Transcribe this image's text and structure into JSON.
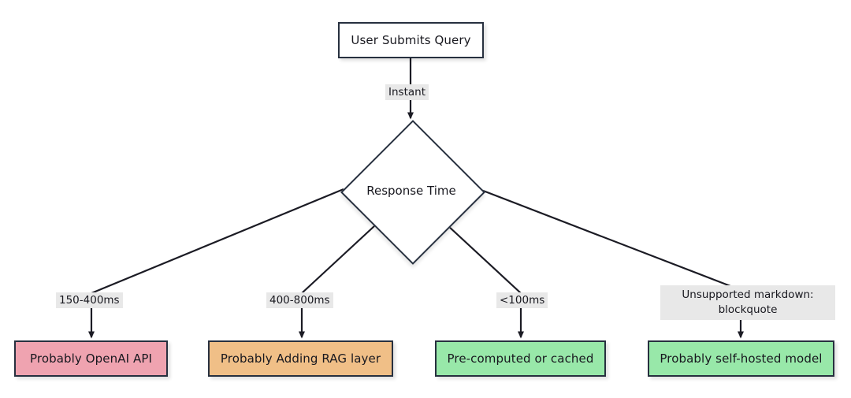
{
  "diagram": {
    "type": "flowchart",
    "direction": "top-down",
    "background_color": "#ffffff",
    "node_border_color": "#27303f",
    "edge_color": "#1b1b24",
    "edge_label_background": "#e8e8e8",
    "text_color": "#18181f"
  },
  "start_node": {
    "label": "User Submits Query",
    "shape": "rectangle",
    "fill": "#ffffff"
  },
  "decision_node": {
    "label": "Response Time",
    "shape": "diamond",
    "fill": "#ffffff"
  },
  "edges": [
    {
      "label": "Instant",
      "from": "start_node",
      "to": "decision_node"
    },
    {
      "label": "150-400ms",
      "from": "decision_node",
      "to": "outcome-0"
    },
    {
      "label": "400-800ms",
      "from": "decision_node",
      "to": "outcome-1"
    },
    {
      "label": "<100ms",
      "from": "decision_node",
      "to": "outcome-2"
    },
    {
      "label": "Unsupported markdown: blockquote",
      "from": "decision_node",
      "to": "outcome-3"
    }
  ],
  "outcomes": [
    {
      "label": "Probably OpenAI API",
      "fill": "#efa3b0"
    },
    {
      "label": "Probably Adding RAG layer",
      "fill": "#f0bf87"
    },
    {
      "label": "Pre-computed or cached",
      "fill": "#98e8a9"
    },
    {
      "label": "Probably self-hosted model",
      "fill": "#98e8a9"
    }
  ]
}
